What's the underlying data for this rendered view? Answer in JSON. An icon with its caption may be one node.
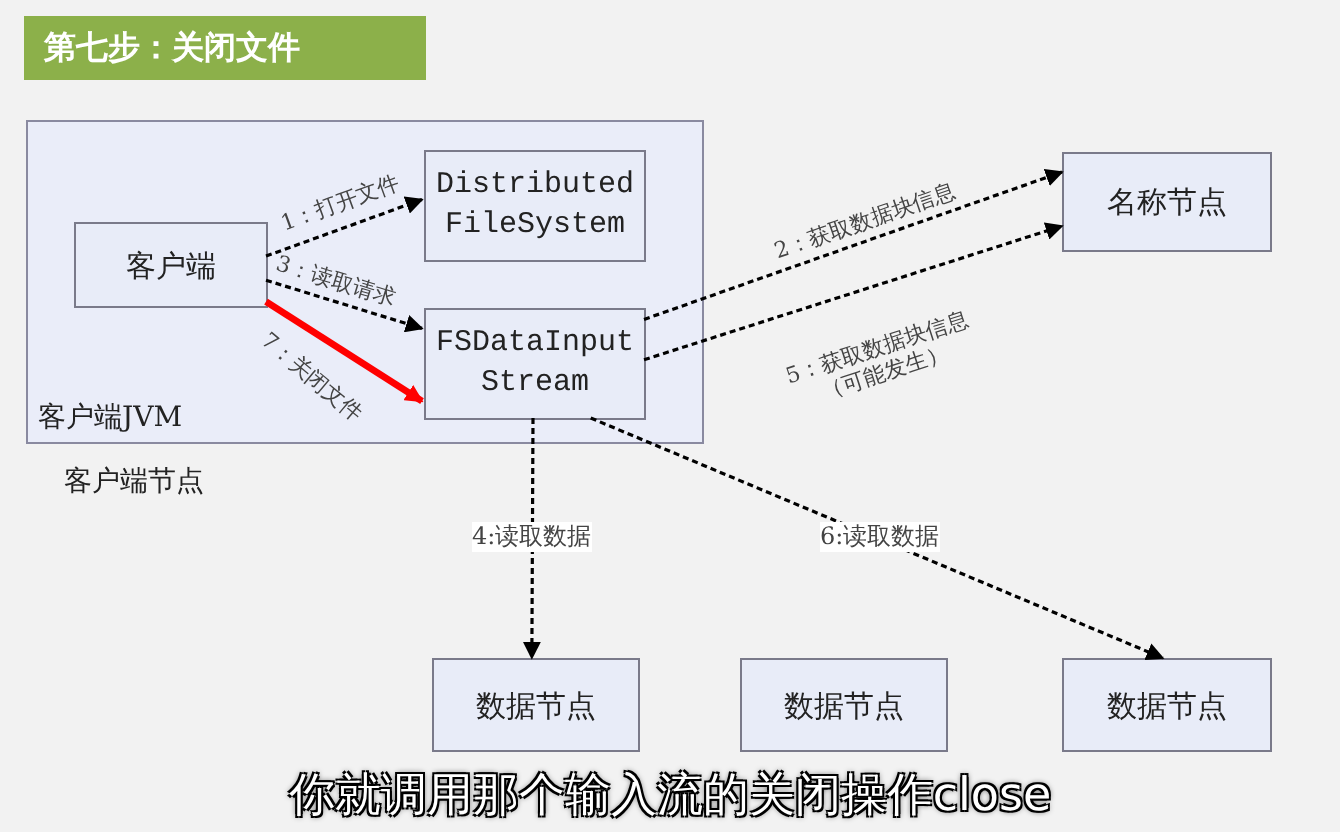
{
  "diagram": {
    "title": "第七步：关闭文件",
    "caption": "你就调用那个输入流的关闭操作close",
    "nodes": [
      {
        "text": [
          "客户端JVM"
        ],
        "beside": [
          "客户端节点"
        ]
      },
      {
        "text": [
          "客户端"
        ],
        "in": 0
      },
      {
        "text": [
          "Distributed FileSystem"
        ],
        "in": 0
      },
      {
        "text": [
          "FSDataInput Stream"
        ],
        "in": 0
      },
      {
        "text": [
          "名称节点"
        ]
      },
      {
        "text": [
          "数据节点"
        ]
      },
      {
        "text": [
          "数据节点"
        ]
      },
      {
        "text": [
          "数据节点"
        ]
      }
    ],
    "edges": [
      {
        "from": 1,
        "to": 2,
        "arrow": "to",
        "label": "1：打开文件",
        "style": "dashed"
      },
      {
        "from": 3,
        "to": 4,
        "arrow": "to",
        "label": "2：获取数据块信息",
        "style": "dashed"
      },
      {
        "from": 1,
        "to": 3,
        "arrow": "to",
        "label": "3：读取请求",
        "style": "dashed"
      },
      {
        "from": 3,
        "to": 5,
        "arrow": "to",
        "label": "4:读取数据",
        "style": "dashed"
      },
      {
        "from": 3,
        "to": 4,
        "arrow": "to",
        "label": "5：获取数据块信息 （可能发生）",
        "style": "dashed"
      },
      {
        "from": 3,
        "to": 7,
        "arrow": "to",
        "label": "6:读取数据",
        "style": "dashed"
      },
      {
        "from": 1,
        "to": 3,
        "arrow": "to",
        "label": "7：关闭文件",
        "style": "thick",
        "color": "#ff0000"
      }
    ]
  }
}
